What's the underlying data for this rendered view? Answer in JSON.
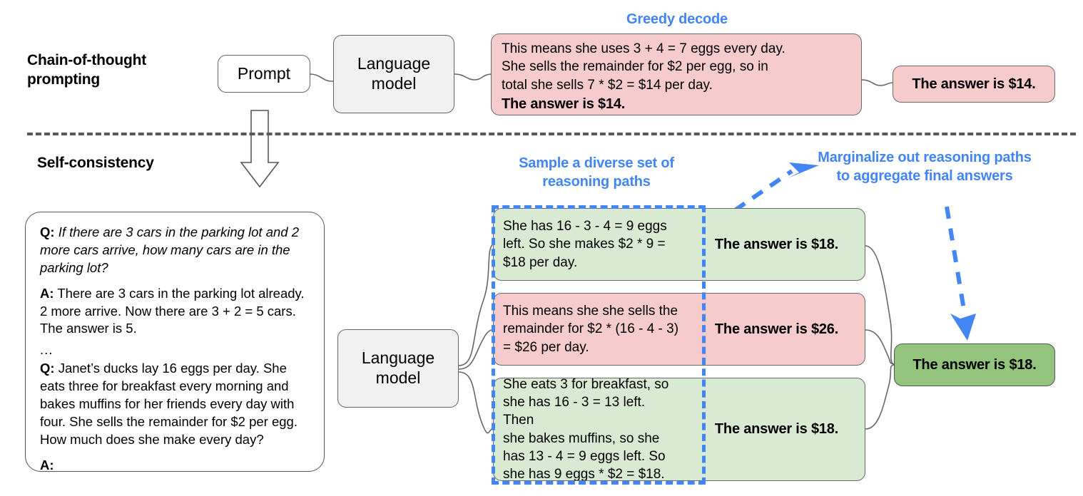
{
  "sections": {
    "cot": {
      "title": "Chain-of-thought\nprompting"
    },
    "sc": {
      "title": "Self-consistency"
    }
  },
  "captions": {
    "greedy_decode": "Greedy decode",
    "sample_paths": "Sample a diverse set of\nreasoning paths",
    "marginalize": "Marginalize out reasoning paths\nto aggregate final answers"
  },
  "nodes": {
    "prompt": "Prompt",
    "language_model_top": "Language\nmodel",
    "language_model_bottom": "Language\nmodel"
  },
  "cot_output": {
    "reasoning": "This means she uses 3 + 4 = 7 eggs every day.\nShe sells the remainder for $2 per egg, so in\ntotal she sells 7 * $2 = $14 per day.",
    "answer_bold": "The answer is $14.",
    "final_answer": "The answer is $14."
  },
  "prompt_card": {
    "q1_tag": "Q:",
    "q1_text": "If there are 3 cars in the parking lot and 2 more cars arrive, how many cars are in the parking lot?",
    "a1_tag": "A:",
    "a1_text": "There are 3 cars in the parking lot already. 2 more arrive. Now there are 3 + 2 = 5 cars. The answer is 5.",
    "ellipsis": "...",
    "q2_tag": "Q:",
    "q2_text": "Janet’s ducks lay 16 eggs per day. She eats three for breakfast every morning and bakes muffins for her friends every day with four. She sells the remainder for $2 per egg. How much does she make every day?",
    "a2_tag": "A:"
  },
  "paths": [
    {
      "reasoning": "She has 16 - 3 - 4 = 9 eggs\nleft. So she makes $2 * 9 =\n$18 per day.",
      "answer": "The answer is $18.",
      "color": "green"
    },
    {
      "reasoning": "This means she she sells the\nremainder for $2 * (16 - 4 - 3)\n= $26 per day.",
      "answer": "The answer is $26.",
      "color": "pink"
    },
    {
      "reasoning": "She eats 3 for breakfast, so\nshe has 16 - 3 = 13 left. Then\nshe bakes muffins, so she\nhas 13 - 4 = 9 eggs left. So\nshe has 9 eggs * $2 = $18.",
      "answer": "The answer is $18.",
      "color": "green"
    }
  ],
  "final": {
    "answer": "The answer is $18."
  },
  "colors": {
    "accent_blue": "#4285f4",
    "pink": "#f5cbcb",
    "green_light": "#d9ead3",
    "green_dark": "#93c47d",
    "gray_node": "#f1f1f1",
    "stroke": "#666666"
  }
}
